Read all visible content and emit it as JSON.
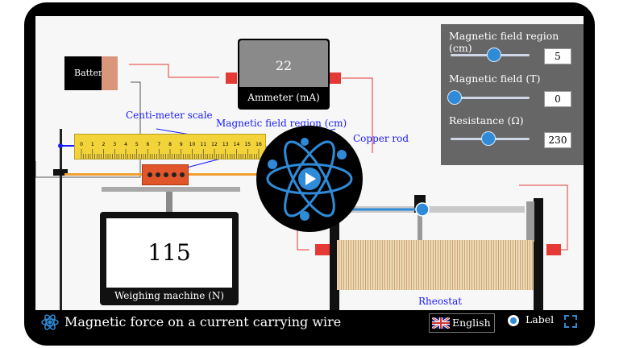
{
  "app": {
    "title": "Magnetic force on a current carrying wire"
  },
  "controls": {
    "field_region": {
      "label": "Magnetic field region (cm)",
      "value": "5",
      "level": 0.5
    },
    "magnetic_field": {
      "label": "Magnetic field (T)",
      "value": "0",
      "level": 0.0
    },
    "resistance": {
      "label": "Resistance (Ω)",
      "value": "230",
      "level": 0.43
    }
  },
  "ammeter": {
    "reading": "22",
    "label": "Ammeter (mA)"
  },
  "weighing_machine": {
    "reading": "115",
    "label": "Weighing machine (N)"
  },
  "labels": {
    "battery": "Battery",
    "scale": "Centi-meter scale",
    "field_region": "Magnetic field region (cm)",
    "copper_rod": "Copper rod",
    "rheostat": "Rheostat"
  },
  "scale_ticks": [
    "0",
    "1",
    "2",
    "3",
    "4",
    "5",
    "6",
    "7",
    "8",
    "9",
    "10",
    "11",
    "12",
    "13",
    "14",
    "15",
    "16"
  ],
  "footer": {
    "language": "English",
    "label_toggle": "Label"
  },
  "colors": {
    "panel": "#666666",
    "accent": "#2f8bd8",
    "label_blue": "#1a1aff",
    "wire": "#e53935"
  }
}
